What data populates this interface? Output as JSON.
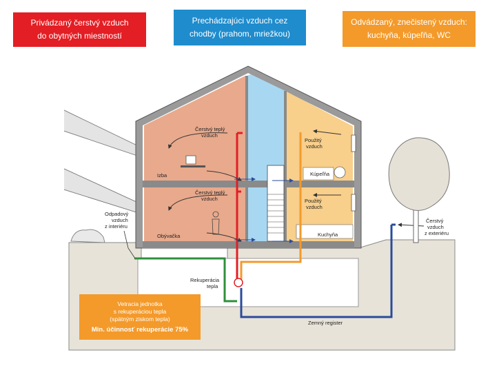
{
  "legend": {
    "red_line1": "Privádzaný čerstvý vzduch",
    "red_line2": "do obytných miestností",
    "blue_line1": "Prechádzajúci vzduch cez",
    "blue_line2": "chodby (prahom, mriežkou)",
    "orange_line1": "Odvádzaný, znečistený vzduch:",
    "orange_line2": "kuchyňa, kúpeľňa, WC"
  },
  "labels": {
    "fresh_air_upper_1": "Čerstvý teplý",
    "fresh_air_upper_2": "vzduch",
    "fresh_air_lower_1": "Čerstvý teplý",
    "fresh_air_lower_2": "vzduch",
    "room": "Izba",
    "living_room": "Obývačka",
    "used_air_upper_1": "Použitý",
    "used_air_upper_2": "vzduch",
    "used_air_lower_1": "Použitý",
    "used_air_lower_2": "vzduch",
    "bathroom": "Kúpeľňa",
    "kitchen": "Kuchyňa",
    "waste_air_1": "Odpadový",
    "waste_air_2": "vzduch",
    "waste_air_3": "z interiéru",
    "exterior_air_1": "Čerstvý",
    "exterior_air_2": "vzduch",
    "exterior_air_3": "z exteriéru",
    "heat_recovery_1": "Rekuperácia",
    "heat_recovery_2": "tepla",
    "ground_register": "Zemný register"
  },
  "unit": {
    "line1": "Vetracia jednotka",
    "line2": "s rekuperáciou tepla",
    "line3": "(spätným ziskom tepla)",
    "efficiency": "Min. účinnosť rekuperácie 75%"
  },
  "colors": {
    "supply": "#e31e24",
    "transfer": "#1f8ccd",
    "exhaust": "#f39a2b",
    "fresh_intake": "#2a4b9b",
    "waste_out": "#2f8f3a"
  }
}
